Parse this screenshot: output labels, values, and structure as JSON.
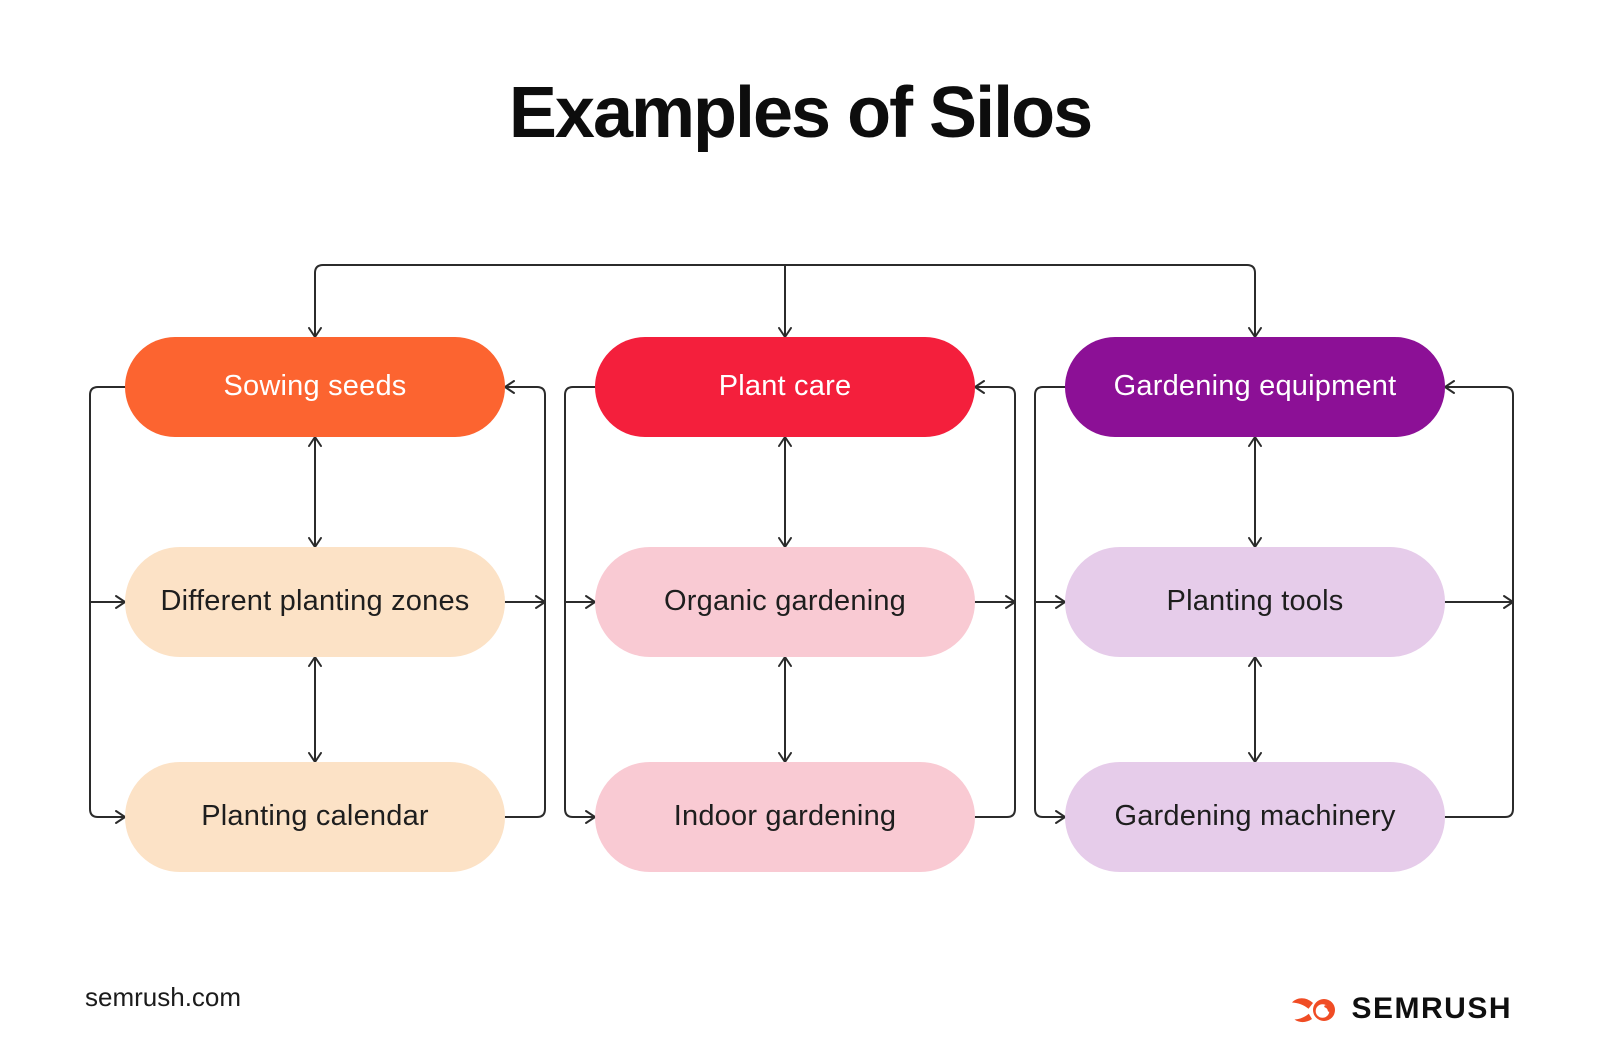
{
  "title": "Examples of Silos",
  "diagram": {
    "line_color": "#2B2B2B",
    "silos": [
      {
        "parent": {
          "label": "Sowing seeds",
          "bg": "#FC6430",
          "fg": "#FFFFFF"
        },
        "children": [
          {
            "label": "Different planting zones",
            "bg": "#FCE2C6",
            "fg": "#1E1E1E"
          },
          {
            "label": "Planting calendar",
            "bg": "#FCE2C6",
            "fg": "#1E1E1E"
          }
        ]
      },
      {
        "parent": {
          "label": "Plant care",
          "bg": "#F41F3C",
          "fg": "#FFFFFF"
        },
        "children": [
          {
            "label": "Organic gardening",
            "bg": "#F9CAD3",
            "fg": "#1E1E1E"
          },
          {
            "label": "Indoor gardening",
            "bg": "#F9CAD3",
            "fg": "#1E1E1E"
          }
        ]
      },
      {
        "parent": {
          "label": "Gardening equipment",
          "bg": "#8C1096",
          "fg": "#FFFFFF"
        },
        "children": [
          {
            "label": "Planting tools",
            "bg": "#E6CCEA",
            "fg": "#1E1E1E"
          },
          {
            "label": "Gardening machinery",
            "bg": "#E6CCEA",
            "fg": "#1E1E1E"
          }
        ]
      }
    ]
  },
  "footer": {
    "site": "semrush.com",
    "logo_text": "SEMRUSH",
    "logo_color": "#F04C24"
  }
}
